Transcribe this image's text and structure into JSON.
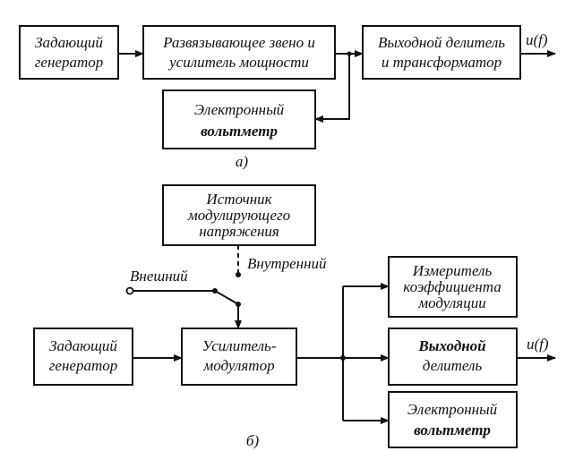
{
  "diagram_a": {
    "caption": "а)",
    "generator": [
      "Задающий",
      "генератор"
    ],
    "buffer_amp": [
      "Развязывающее звено и",
      "усилитель мощности"
    ],
    "output_divider": [
      "Выходной делитель",
      "и трансформатор"
    ],
    "voltmeter": [
      "Электронный",
      "вольтметр"
    ],
    "output_label": "u(f)"
  },
  "diagram_b": {
    "caption": "б)",
    "mod_source": [
      "Источник",
      "модулирующего",
      "напряжения"
    ],
    "external_label": "Внешний",
    "internal_label": "Внутренний",
    "generator": [
      "Задающий",
      "генератор"
    ],
    "amp_modulator": [
      "Усилитель-",
      "модулятор"
    ],
    "mod_meter": [
      "Измеритель",
      "коэффициента",
      "модуляции"
    ],
    "output_divider": [
      "Выходной",
      "делитель"
    ],
    "voltmeter": [
      "Электронный",
      "вольтметр"
    ],
    "output_label": "u(f)"
  }
}
